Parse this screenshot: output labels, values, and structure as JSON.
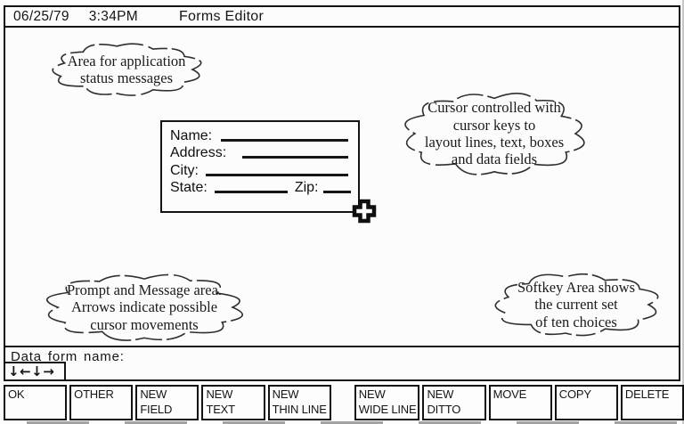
{
  "header": {
    "date": "06/25/79",
    "time": "3:34PM",
    "title": "Forms Editor"
  },
  "annotations": {
    "status": {
      "lines": [
        "Area for application",
        "status messages"
      ]
    },
    "cursor": {
      "lines": [
        "Cursor controlled with",
        "cursor keys to",
        "layout lines, text, boxes",
        "and data fields"
      ]
    },
    "prompt": {
      "lines": [
        "Prompt and Message area.",
        "Arrows indicate possible",
        "cursor movements"
      ]
    },
    "softkey": {
      "lines": [
        "Softkey Area shows",
        "the current set",
        "of ten choices"
      ]
    }
  },
  "form": {
    "rows": [
      {
        "label": "Name:"
      },
      {
        "label": "Address:"
      },
      {
        "label": "City:"
      },
      {
        "label": "State:",
        "label2": "Zip:"
      }
    ]
  },
  "prompt_area": {
    "label": "Data form name:",
    "arrows": "↓←↓→"
  },
  "softkeys": [
    {
      "line1": "OK",
      "line2": ""
    },
    {
      "line1": "OTHER",
      "line2": ""
    },
    {
      "line1": "NEW",
      "line2": "FIELD"
    },
    {
      "line1": "NEW",
      "line2": "TEXT"
    },
    {
      "line1": "NEW",
      "line2": "THIN LINE"
    },
    {
      "line1": "NEW",
      "line2": "WIDE LINE"
    },
    {
      "line1": "NEW",
      "line2": "DITTO"
    },
    {
      "line1": "MOVE",
      "line2": ""
    },
    {
      "line1": "COPY",
      "line2": ""
    },
    {
      "line1": "DELETE",
      "line2": ""
    }
  ],
  "icons": {
    "cursor": "crosshair-plus-cursor",
    "arrows": "down-left-down-right"
  },
  "colors": {
    "ink": "#141414",
    "paper": "#fcfcfc"
  }
}
